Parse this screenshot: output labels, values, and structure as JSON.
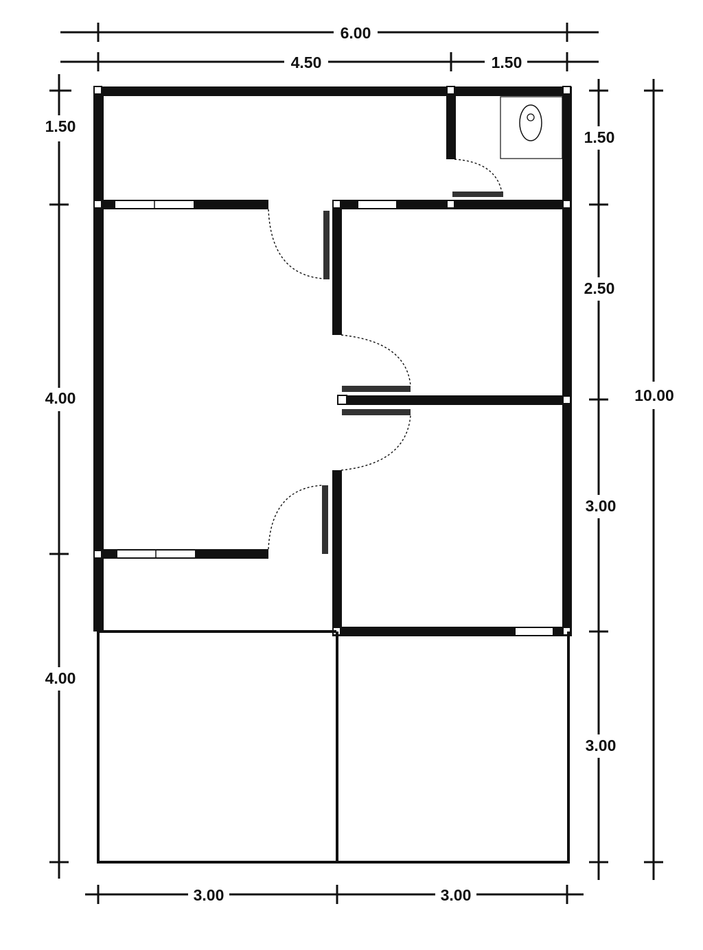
{
  "dimensions": {
    "top_total": "6.00",
    "top_left": "4.50",
    "top_right": "1.50",
    "left_1": "1.50",
    "left_2": "4.00",
    "left_3": "4.00",
    "right_1": "1.50",
    "right_2": "2.50",
    "right_3": "3.00",
    "right_4": "3.00",
    "right_total": "10.00",
    "bottom_left": "3.00",
    "bottom_right": "3.00"
  }
}
